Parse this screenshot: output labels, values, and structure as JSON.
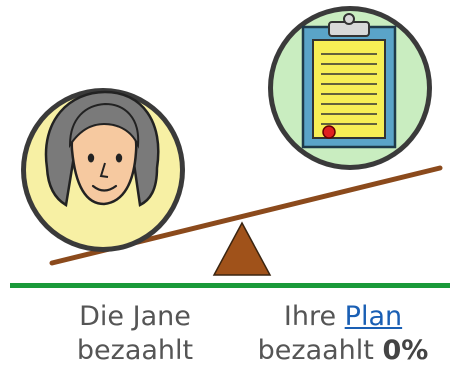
{
  "left_caption": {
    "line1": "Die Jane",
    "line2": "bezaahlt"
  },
  "right_caption": {
    "line1_prefix": "Ihre",
    "link_text": "Plan",
    "line2_prefix": "bezaahlt",
    "percent": "0%"
  },
  "colors": {
    "ground_line": "#1a9a3a",
    "seesaw_beam": "#8b4a1c",
    "fulcrum": "#a0521a",
    "circle_fill": "#f7f0a4",
    "plan_circle_fill": "#c9edc0",
    "link": "#1a5fb4",
    "caption_text": "#555555"
  },
  "icons": [
    "person-face-icon",
    "clipboard-plan-icon",
    "seesaw-icon"
  ]
}
